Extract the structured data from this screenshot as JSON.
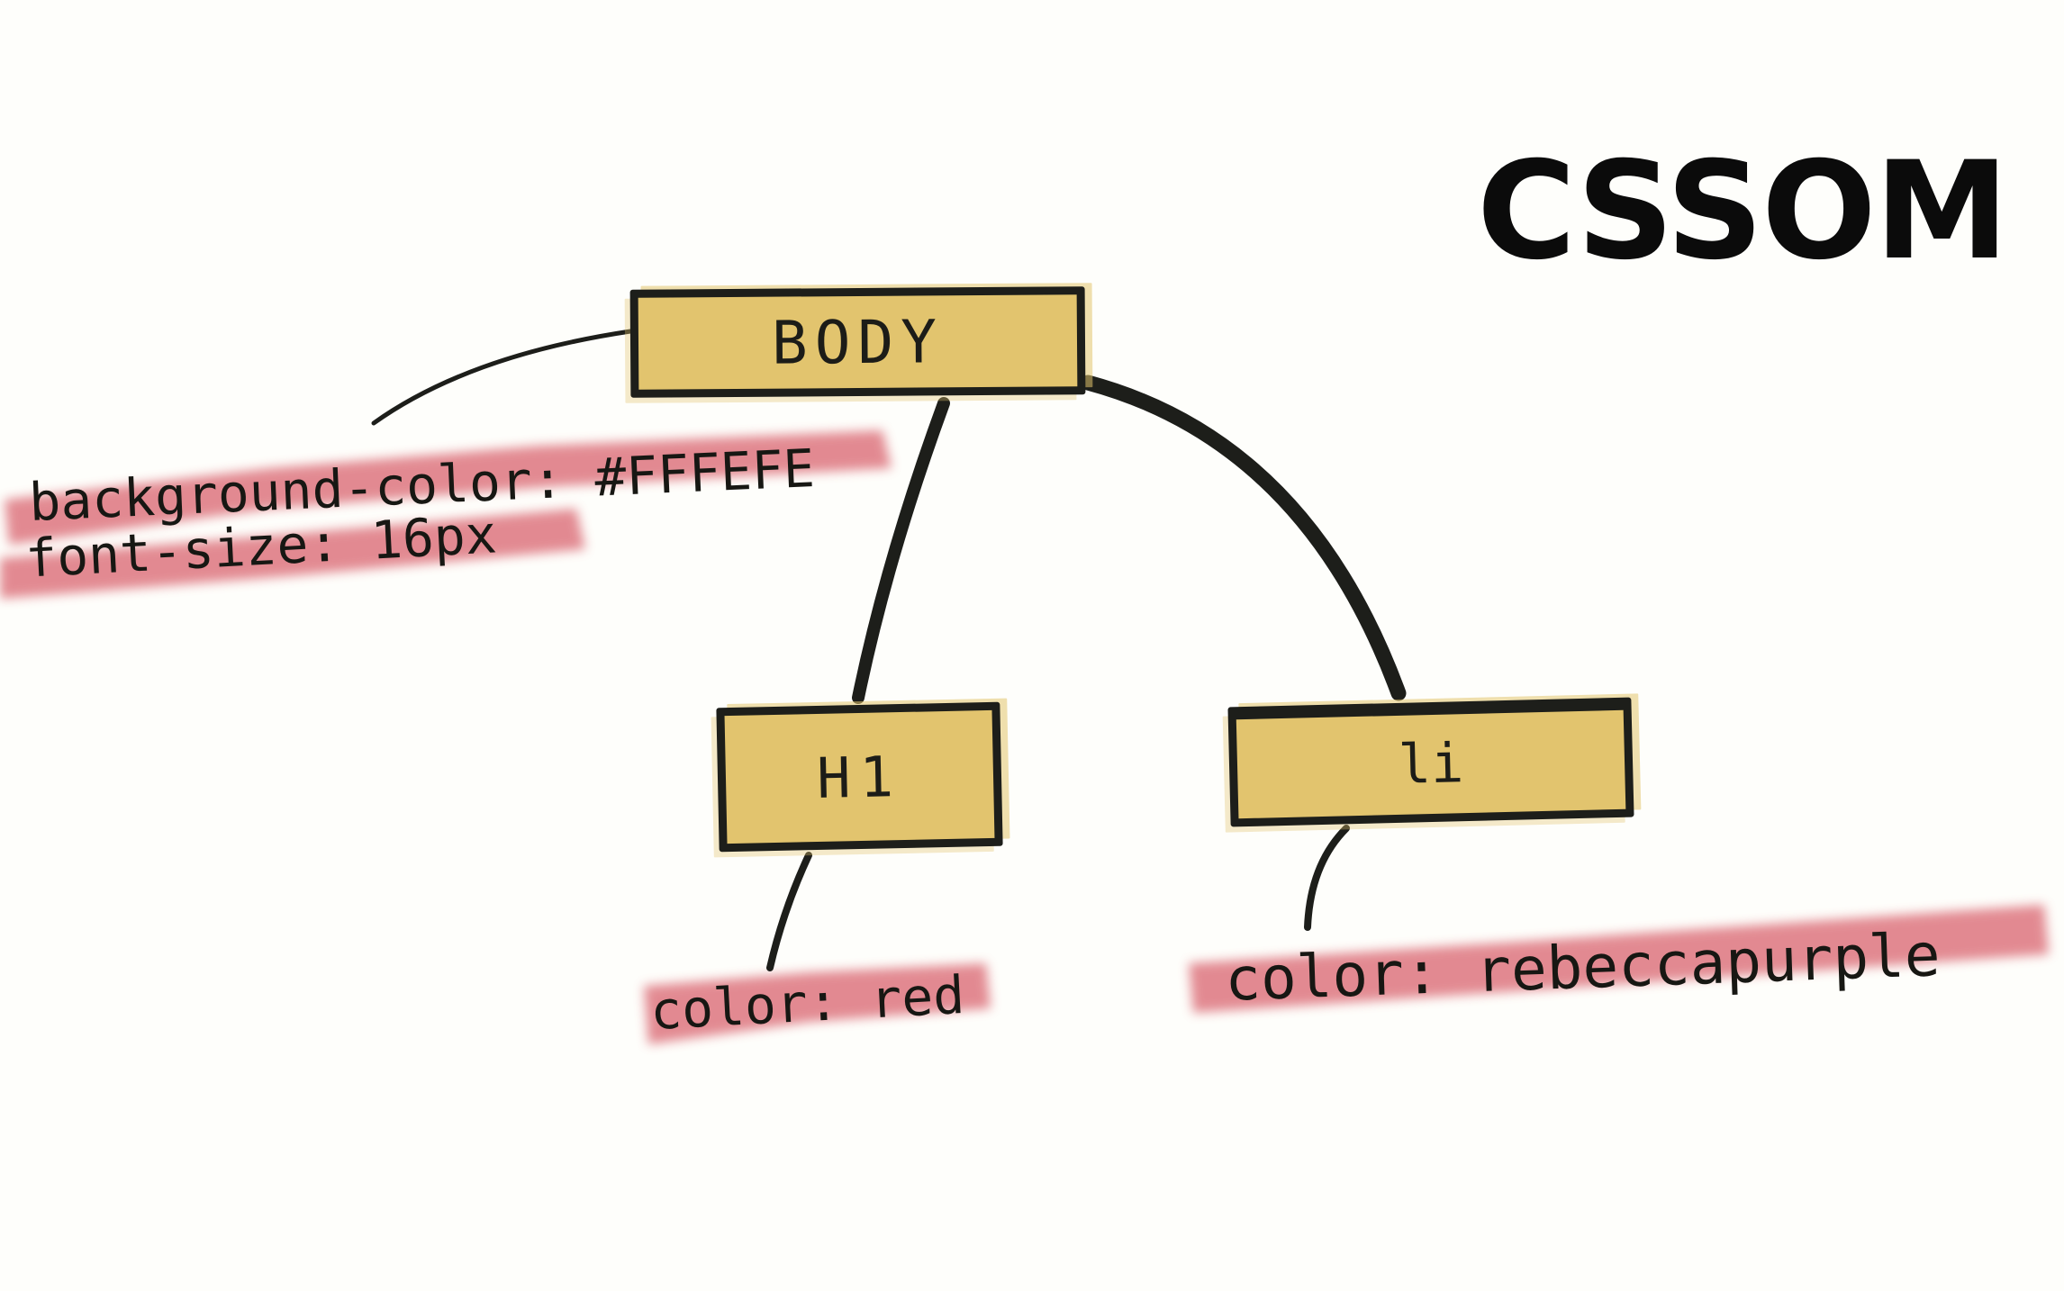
{
  "title": "CSSOM",
  "colors": {
    "background": "#FEFEFB",
    "node_fill": "#E2C46E",
    "ink": "#1D1E1A",
    "highlight": "#D9646E"
  },
  "nodes": {
    "body": "BODY",
    "h1": "H1",
    "li": "li"
  },
  "properties": {
    "body_background": "background-color: #FFFEFE",
    "body_font_size": "font-size: 16px",
    "h1_color": "color: red",
    "li_color": "color: rebeccapurple"
  }
}
